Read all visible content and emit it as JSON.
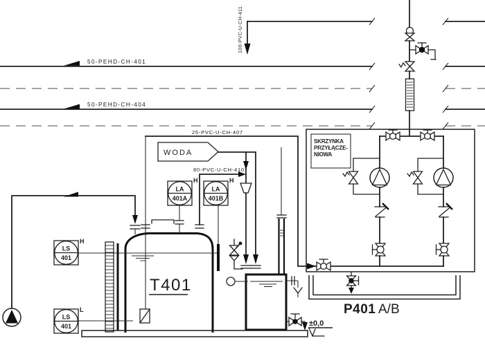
{
  "diagram_type": "piping-and-instrumentation-diagram",
  "colors": {
    "background": "#ffffff",
    "ink": "#1f1f1f",
    "dashed_line": "#6d6d6d"
  },
  "pipes": {
    "tag_401": "50-PEHD-CH-401",
    "tag_404": "50-PEHD-CH-404",
    "tag_407": "25-PVC-U-CH-407",
    "tag_410": "80-PVC-U-CH-410",
    "tag_411": "100-PVC-U-CH-411"
  },
  "flow_tag": {
    "label": "WODA"
  },
  "tank": {
    "label": "T401"
  },
  "pumps": {
    "label_main": "P401",
    "label_suffix": "A/B"
  },
  "junction_box": {
    "line1": "SKRZYNKA",
    "line2": "PRZYŁĄCZE-",
    "line3": "NIOWA"
  },
  "elevation": {
    "label": "±0,0"
  },
  "instruments": {
    "ls401h": {
      "tag": "LS",
      "num": "401",
      "alarm": "H"
    },
    "ls401l": {
      "tag": "LS",
      "num": "401",
      "alarm": "L"
    },
    "la401a": {
      "tag": "LA",
      "num": "401A",
      "alarm": "H"
    },
    "la401b": {
      "tag": "LA",
      "num": "401B",
      "alarm": "H"
    }
  }
}
